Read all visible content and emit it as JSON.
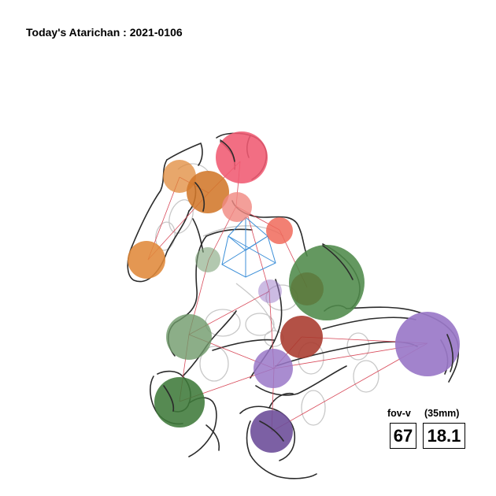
{
  "title": "Today's Atarichan : 2021-0106",
  "camera": {
    "fov_label": "fov-v",
    "lens_label": "(35mm)",
    "fov_value": "67",
    "focal_value": "18.1"
  },
  "colors": {
    "outline": "#2b2b2b",
    "ghost_outline": "#c8c8c8",
    "bone": "#d84a5a",
    "cube": "#3c8fd8",
    "head": "#f05a72",
    "orange": "#e0893a",
    "salmon": "#f08a82",
    "green": "#4f8a4a",
    "sage": "#7fa47a",
    "brick": "#a8392c",
    "lavender": "#9a78c8",
    "purple": "#6e4f9a"
  }
}
